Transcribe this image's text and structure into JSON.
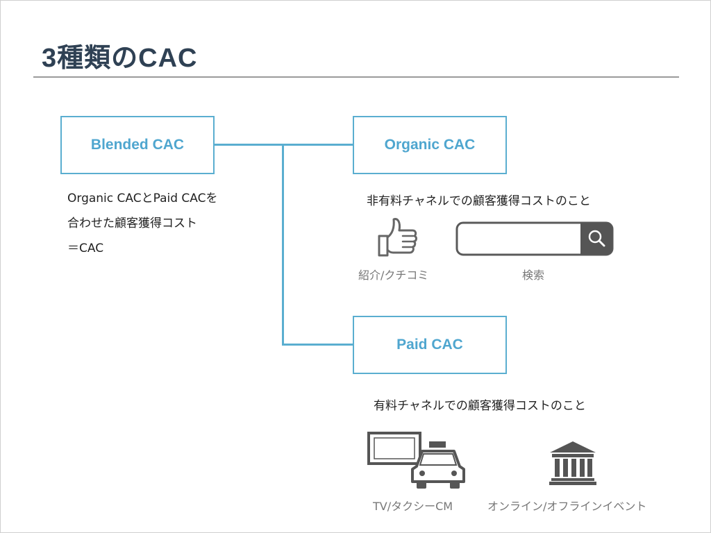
{
  "title": "3種類のCAC",
  "boxes": {
    "blended": "Blended CAC",
    "organic": "Organic CAC",
    "paid": "Paid CAC"
  },
  "blended_desc": {
    "line1": "Organic CACとPaid CACを",
    "line2": "合わせた顧客獲得コスト",
    "line3": "＝CAC"
  },
  "organic_desc": "非有料チャネルでの顧客獲得コストのこと",
  "paid_desc": "有料チャネルでの顧客獲得コストのこと",
  "icons": {
    "referral": {
      "icon": "thumbs-up-icon",
      "caption": "紹介/クチコミ"
    },
    "search": {
      "icon": "search-bar-icon",
      "caption": "検索"
    },
    "tv_taxi": {
      "icon": "tv-taxi-icon",
      "caption": "TV/タクシーCM"
    },
    "event": {
      "icon": "building-icon",
      "caption": "オンライン/オフラインイベント"
    }
  },
  "colors": {
    "title": "#2f4154",
    "accent": "#5aaed0",
    "icon": "#666666"
  }
}
